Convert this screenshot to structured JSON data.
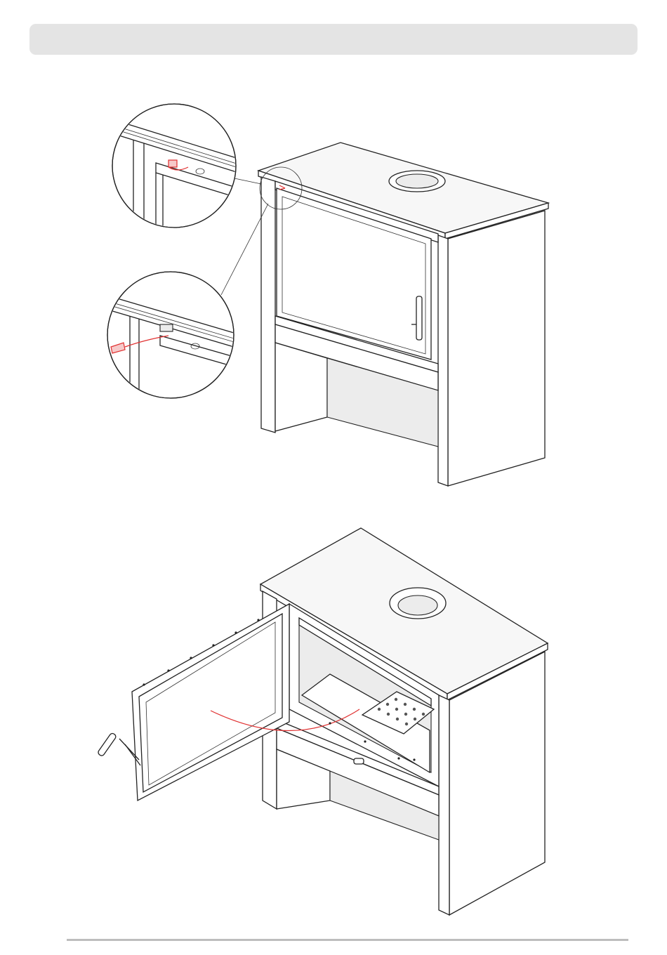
{
  "header": {
    "title": ""
  },
  "figures": [
    {
      "id": "stove-closed",
      "detail_views": 2
    },
    {
      "id": "stove-open-door"
    }
  ],
  "colors": {
    "line": "#222222",
    "highlight": "#e03030",
    "header_bar": "#e4e4e4",
    "footer_rule": "#bdbdbd"
  }
}
